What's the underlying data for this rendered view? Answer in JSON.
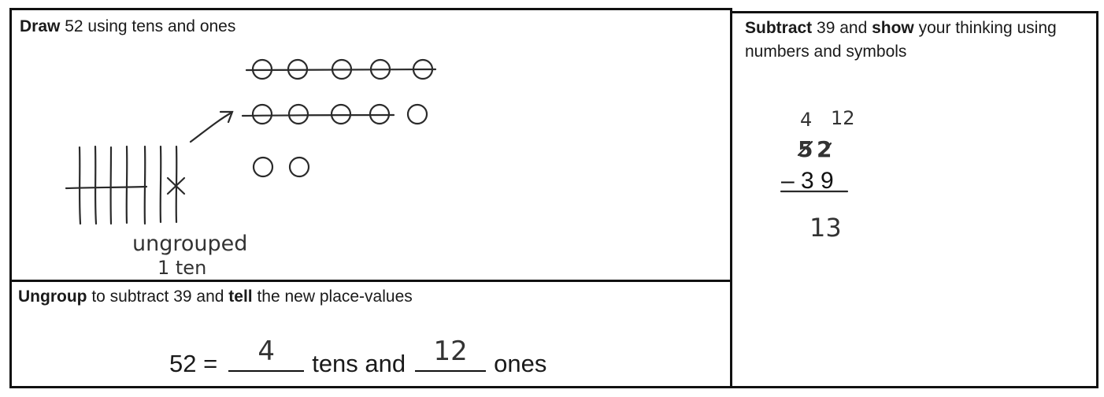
{
  "draw_section": {
    "prompt_bold": "Draw",
    "prompt_rest": " 52 using tens and ones",
    "annotation_line1": "ungrouped",
    "annotation_line2": "1 ten"
  },
  "ungroup_section": {
    "prompt_bold": "Ungroup",
    "prompt_rest_1": " to subtract 39 and ",
    "prompt_bold_2": "tell",
    "prompt_rest_2": " the new place-values",
    "equation_left": "52 =",
    "tens_answer": "4",
    "tens_label": "tens and",
    "ones_answer": "12",
    "ones_label": "ones"
  },
  "subtract_section": {
    "prompt_bold_1": "Subtract",
    "prompt_rest_1": " 39 and ",
    "prompt_bold_2": "show",
    "prompt_rest_2": " your thinking using numbers and symbols",
    "regroup_tens": "4",
    "regroup_ones": "12",
    "minuend_tens": "5",
    "minuend_ones": "2",
    "subtrahend": "– 3 9",
    "result": "13"
  },
  "colors": {
    "ink": "#111111",
    "pencil": "#333333"
  }
}
